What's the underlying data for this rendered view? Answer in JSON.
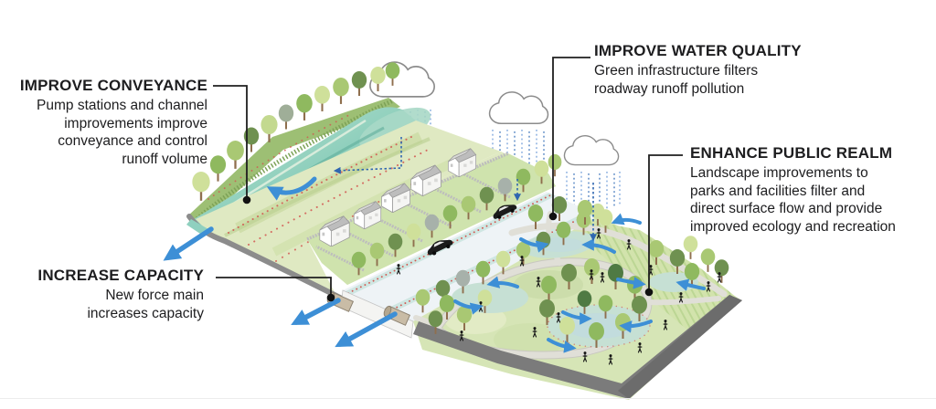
{
  "callouts": {
    "improve_conveyance": {
      "title": "IMPROVE CONVEYANCE",
      "body_lines": [
        "Pump stations and channel",
        "improvements improve",
        "conveyance and control",
        "runoff volume"
      ]
    },
    "increase_capacity": {
      "title": "INCREASE CAPACITY",
      "body_lines": [
        "New force main",
        "increases capacity"
      ]
    },
    "improve_water_quality": {
      "title": "IMPROVE WATER QUALITY",
      "body_lines": [
        "Green infrastructure filters",
        "roadway runoff pollution"
      ]
    },
    "enhance_public_realm": {
      "title": "ENHANCE PUBLIC REALM",
      "body_lines": [
        "Landscape improvements to",
        "parks and facilities filter and",
        "direct surface flow and provide",
        "improved ecology and recreation"
      ]
    }
  },
  "colors": {
    "text": "#1d1d1f",
    "leader_line": "#1f1f1f",
    "flow_arrow_blue": "#3d8fd6",
    "runoff_dash_blue": "#2f66b0",
    "rain_blue_light": "#7fa7dd",
    "rain_blue_dark": "#4d7fc0",
    "channel_teal": "#82c7b2",
    "meadow_green": "#dfe9c2",
    "park_green": "#d6e5b6",
    "cutaway_gray": "#7b7b7b",
    "flower_red": "#d25650"
  }
}
